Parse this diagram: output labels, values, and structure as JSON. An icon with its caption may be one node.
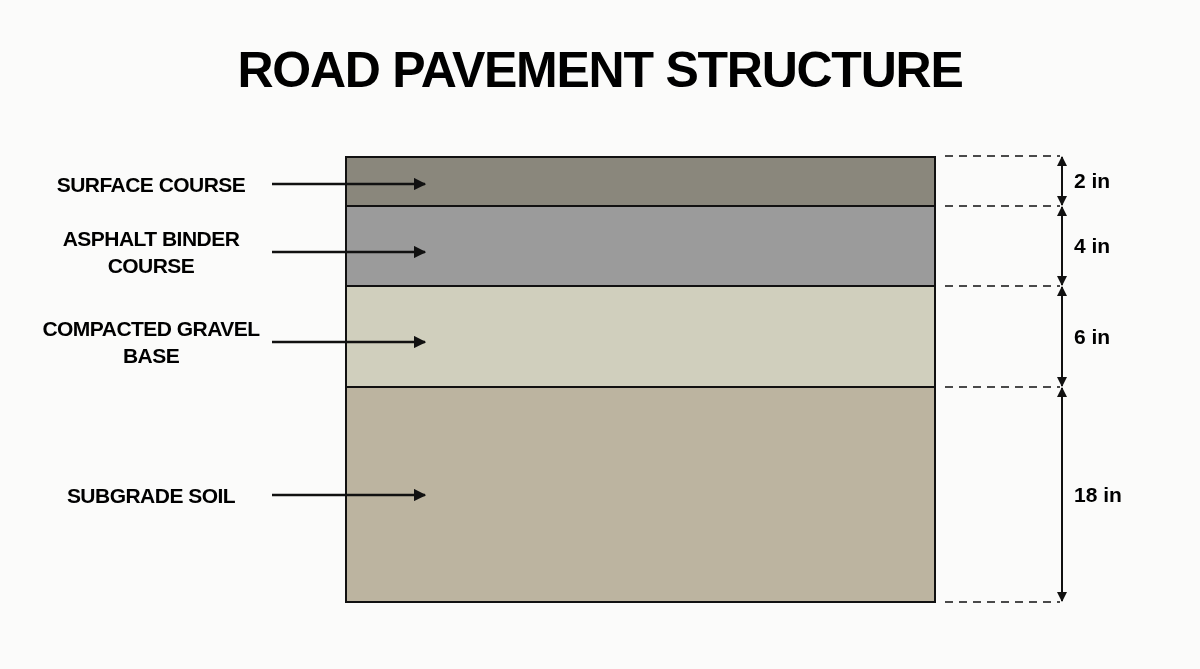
{
  "diagram": {
    "title": "ROAD PAVEMENT STRUCTURE",
    "nodes": [
      {
        "text": [
          "SURFACE COURSE"
        ]
      },
      {
        "text": [
          "ASPHALT BINDER COURSE"
        ]
      },
      {
        "text": [
          "COMPACTED GRAVEL BASE"
        ]
      },
      {
        "text": [
          "SUBGRADE SOIL"
        ]
      },
      {
        "text": [],
        "shape": "box"
      },
      {
        "text": [],
        "shape": "box"
      },
      {
        "text": [],
        "shape": "box"
      },
      {
        "text": [],
        "shape": "box"
      }
    ],
    "edges": [
      {
        "from": 0,
        "to": 4,
        "arrow": "to"
      },
      {
        "from": 1,
        "to": 5,
        "arrow": "to"
      },
      {
        "from": 2,
        "to": 6,
        "arrow": "to"
      },
      {
        "from": 3,
        "to": 7,
        "arrow": "to"
      }
    ],
    "labels": [
      "2 in",
      "4 in",
      "6 in",
      "18 in"
    ]
  }
}
